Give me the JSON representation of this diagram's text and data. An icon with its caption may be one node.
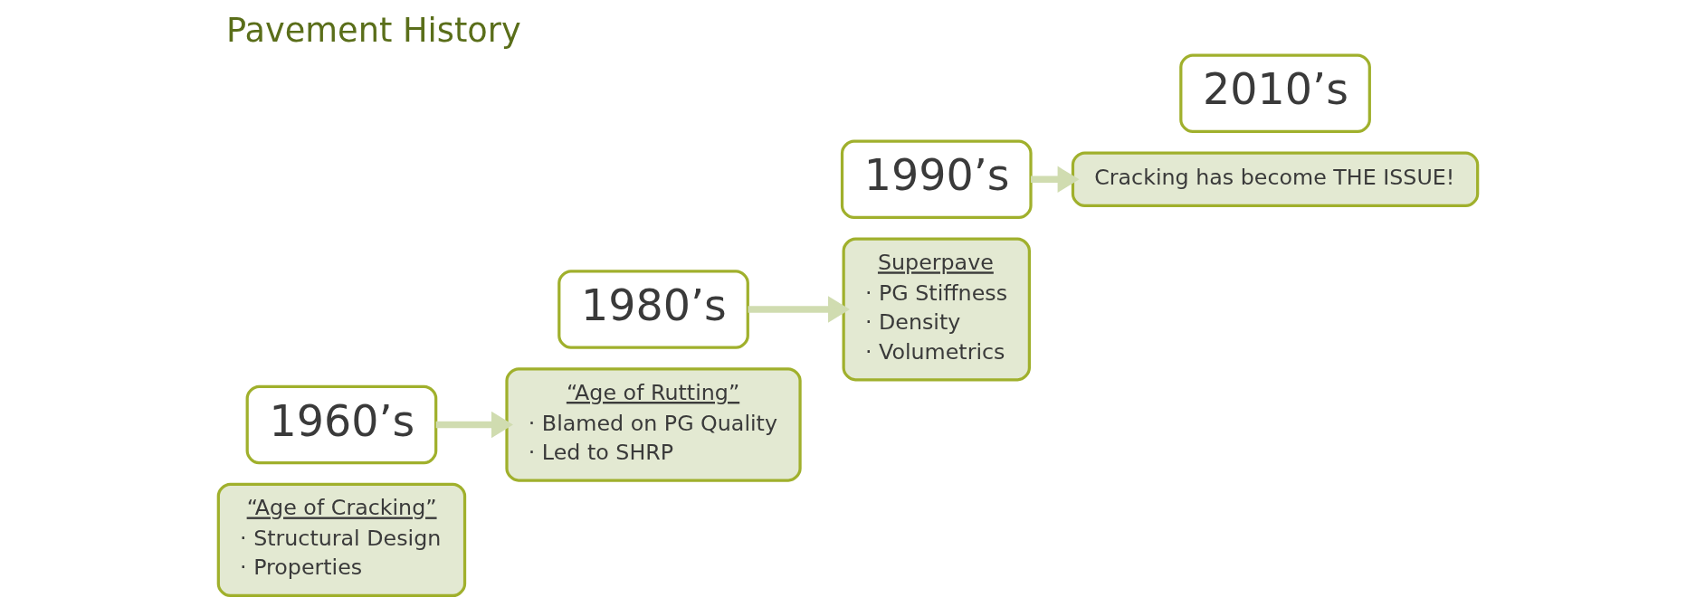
{
  "diagram": {
    "title": "Pavement History",
    "nodes": [
      {
        "text": [
          "“Age of Cracking”",
          "· Structural Design",
          "· Properties"
        ]
      },
      {
        "text": [
          "1960’s"
        ]
      },
      {
        "text": [
          "“Age of Rutting”",
          "· Blamed on PG Quality",
          "· Led to SHRP"
        ]
      },
      {
        "text": [
          "1980’s"
        ]
      },
      {
        "text": [
          "Superpave",
          "· PG Stiffness",
          "· Density",
          "· Volumetrics"
        ]
      },
      {
        "text": [
          "1990’s"
        ]
      },
      {
        "text": [
          "Cracking has become THE ISSUE!"
        ]
      },
      {
        "text": [
          "2010’s"
        ]
      }
    ],
    "edges": [
      {
        "from": 1,
        "to": 2,
        "arrow": "to"
      },
      {
        "from": 3,
        "to": 4,
        "arrow": "to"
      },
      {
        "from": 5,
        "to": 6,
        "arrow": "to"
      }
    ]
  }
}
